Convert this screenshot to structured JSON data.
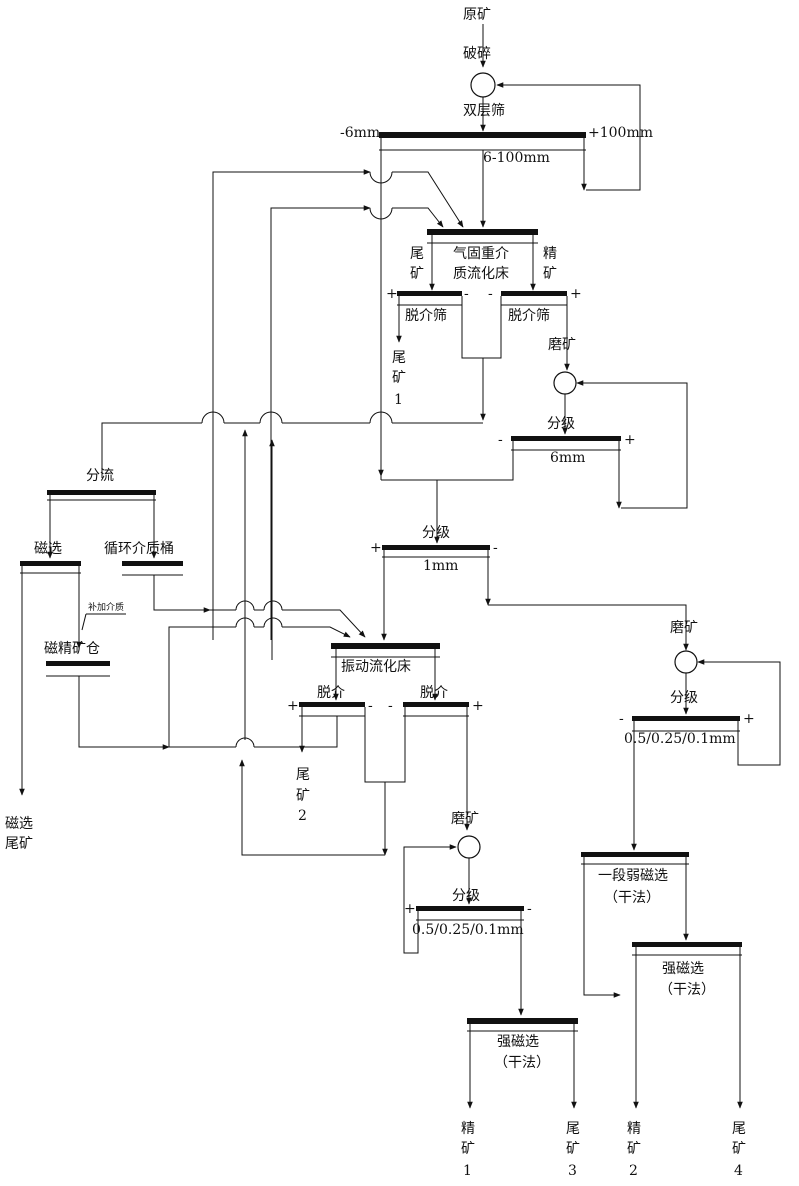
{
  "diagram": {
    "feed": "原矿",
    "crushing": "破碎",
    "double_screen": "双层筛",
    "minus6": "-6mm",
    "plus100": "+100mm",
    "size_6_100": "6-100mm",
    "gas_solid_bed": [
      "气固重介",
      "质流化床"
    ],
    "tail_left": [
      "尾",
      "矿"
    ],
    "conc_right": [
      "精",
      "矿"
    ],
    "plus": "+",
    "minus": "-",
    "dewater_screen": "脱介筛",
    "tail1": [
      "尾",
      "矿",
      "1"
    ],
    "grinding": "磨矿",
    "classify": "分级",
    "size_6mm": "6mm",
    "split": "分流",
    "magnetic_sep": "磁选",
    "circ_medium_tank": "循环介质桶",
    "make_up_medium": "补加介质",
    "mag_conc_bin": "磁精矿仓",
    "mag_tail": [
      "磁选",
      "尾矿"
    ],
    "size_1mm": "1mm",
    "vib_bed": "振动流化床",
    "dewater": "脱介",
    "tail2": [
      "尾",
      "矿",
      "2"
    ],
    "size_fine": "0.5/0.25/0.1mm",
    "weak_mag": [
      "一段弱磁选",
      "（干法）"
    ],
    "strong_mag": [
      "强磁选",
      "（干法）"
    ],
    "conc1": [
      "精",
      "矿",
      "1"
    ],
    "tail3": [
      "尾",
      "矿",
      "3"
    ],
    "conc2": [
      "精",
      "矿",
      "2"
    ],
    "tail4": [
      "尾",
      "矿",
      "4"
    ]
  }
}
